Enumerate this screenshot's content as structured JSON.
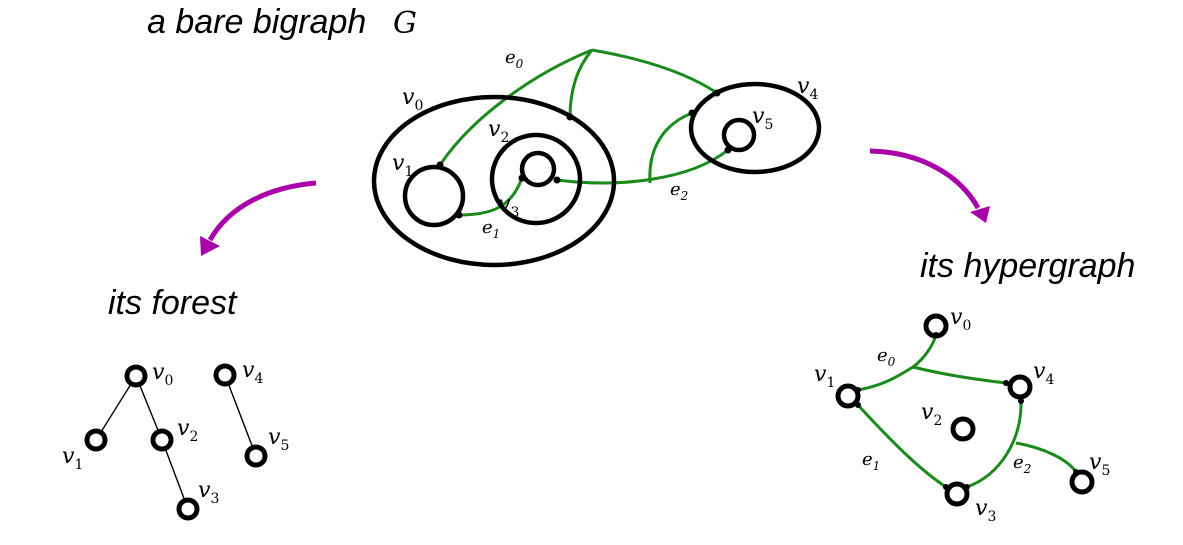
{
  "titles": {
    "bigraph_prefix": "a bare bigraph",
    "bigraph_symbol": "G",
    "forest": "its forest",
    "hypergraph": "its hypergraph"
  },
  "nodes": {
    "v0": {
      "base": "v",
      "sub": "0"
    },
    "v1": {
      "base": "v",
      "sub": "1"
    },
    "v2": {
      "base": "v",
      "sub": "2"
    },
    "v3": {
      "base": "v",
      "sub": "3"
    },
    "v4": {
      "base": "v",
      "sub": "4"
    },
    "v5": {
      "base": "v",
      "sub": "5"
    }
  },
  "edges": {
    "e0": {
      "base": "e",
      "sub": "0"
    },
    "e1": {
      "base": "e",
      "sub": "1"
    },
    "e2": {
      "base": "e",
      "sub": "2"
    }
  },
  "colors": {
    "edge": "#1a8a1a",
    "arrow": "#aa00aa",
    "stroke": "#000000"
  }
}
